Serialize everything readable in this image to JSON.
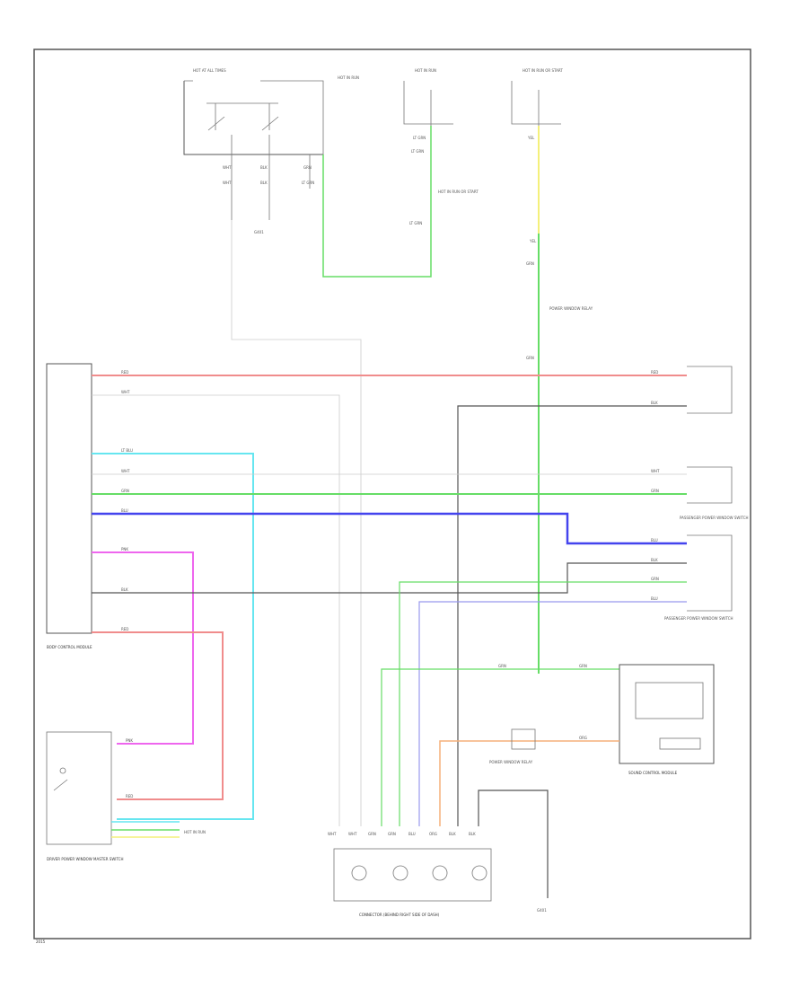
{
  "colors": {
    "red": "#f08c8c",
    "green": "#66dd66",
    "blue": "#4444ee",
    "cyan": "#66e6f0",
    "magenta": "#ee66ee",
    "yellow": "#f4f07a",
    "orange": "#f5b07a",
    "lightblue": "#9999ee",
    "black": "#333333",
    "gray": "#cccccc"
  },
  "components": {
    "hot_at_all_times": "HOT AT ALL TIMES",
    "hot_in_run": "HOT IN RUN",
    "hot_in_run_start": "HOT IN RUN OR START",
    "module_a": "BODY CONTROL MODULE",
    "module_b": "DRIVER POWER WINDOW MASTER SWITCH",
    "module_c": "SOUND CONTROL MODULE",
    "module_d": "PASSENGER POWER WINDOW SWITCH",
    "connector_main": "CONNECTOR (BEHIND RIGHT SIDE OF DASH)",
    "relay": "POWER WINDOW RELAY",
    "ground": "G401"
  },
  "wire_labels": {
    "red": "RED",
    "wht": "WHT",
    "blk": "BLK",
    "grn": "GRN",
    "blu": "BLU",
    "pnk": "PNK",
    "yel": "YEL",
    "lt_grn": "LT GRN",
    "lt_blu": "LT BLU",
    "org": "ORG"
  },
  "footer_code": "2015"
}
